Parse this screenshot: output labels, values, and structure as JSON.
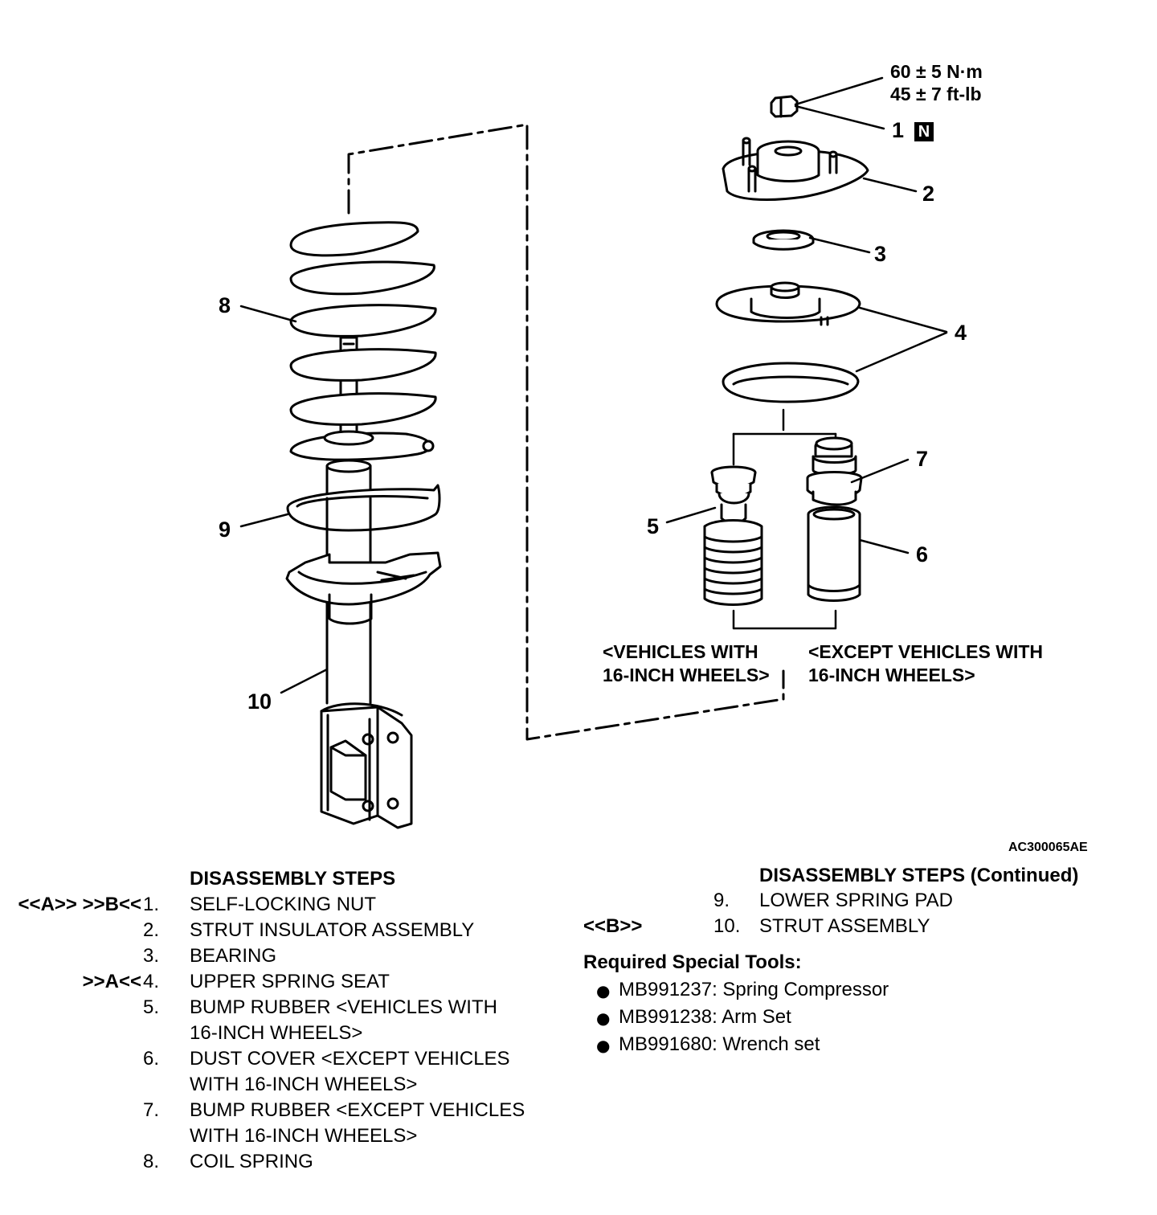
{
  "diagram": {
    "torque_nm": "60 ± 5 N·m",
    "torque_ftlb": "45 ± 7 ft-lb",
    "callouts": [
      "1",
      "2",
      "3",
      "4",
      "5",
      "6",
      "7",
      "8",
      "9",
      "10"
    ],
    "new_part_mark": "N",
    "group_left_line1": "<VEHICLES WITH",
    "group_left_line2": "16-INCH WHEELS>",
    "group_right_line1": "<EXCEPT VEHICLES WITH",
    "group_right_line2": "16-INCH WHEELS>",
    "figure_code": "AC300065AE"
  },
  "steps_left": {
    "title": "DISASSEMBLY STEPS",
    "rows": [
      {
        "ref": "<<A>> >>B<<",
        "num": "1.",
        "lines": [
          "SELF-LOCKING NUT"
        ]
      },
      {
        "ref": "",
        "num": "2.",
        "lines": [
          "STRUT INSULATOR ASSEMBLY"
        ]
      },
      {
        "ref": "",
        "num": "3.",
        "lines": [
          "BEARING"
        ]
      },
      {
        "ref": ">>A<<",
        "num": "4.",
        "lines": [
          "UPPER SPRING SEAT"
        ]
      },
      {
        "ref": "",
        "num": "5.",
        "lines": [
          "BUMP RUBBER <VEHICLES WITH",
          "16-INCH WHEELS>"
        ]
      },
      {
        "ref": "",
        "num": "6.",
        "lines": [
          "DUST COVER <EXCEPT VEHICLES",
          "WITH 16-INCH WHEELS>"
        ]
      },
      {
        "ref": "",
        "num": "7.",
        "lines": [
          "BUMP RUBBER <EXCEPT VEHICLES",
          "WITH 16-INCH WHEELS>"
        ]
      },
      {
        "ref": "",
        "num": "8.",
        "lines": [
          "COIL SPRING"
        ]
      }
    ]
  },
  "steps_right": {
    "title": "DISASSEMBLY STEPS (Continued)",
    "rows": [
      {
        "ref": "",
        "num": "9.",
        "lines": [
          "LOWER SPRING PAD"
        ]
      },
      {
        "ref": "<<B>>",
        "num": "10.",
        "lines": [
          "STRUT ASSEMBLY"
        ]
      }
    ]
  },
  "tools": {
    "title": "Required Special Tools:",
    "items": [
      "MB991237: Spring Compressor",
      "MB991238: Arm Set",
      "MB991680: Wrench set"
    ]
  }
}
